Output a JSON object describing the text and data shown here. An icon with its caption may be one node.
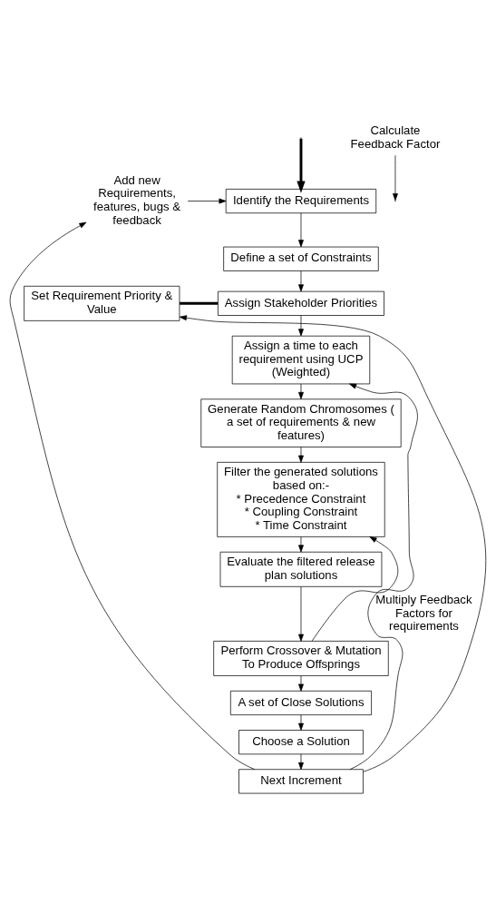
{
  "diagram": {
    "nodes": [
      {
        "text": [
          "Add new Requirements, features, bugs & feedback"
        ]
      },
      {
        "text": [
          "Identify the Requirements"
        ]
      },
      {
        "text": [
          "Define a set of Constraints"
        ]
      },
      {
        "text": [
          "Set Requirement Priority & Value"
        ]
      },
      {
        "text": [
          "Assign Stakeholder Priorities"
        ]
      },
      {
        "text": [
          "Assign a time to each requirement using UCP (Weighted)"
        ]
      },
      {
        "text": [
          "Generate Random Chromosomes ( a set of requirements & new features)"
        ]
      },
      {
        "text": [
          "Filter the generated solutions based on:-",
          "* Precedence Constraint",
          "* Coupling Constraint",
          "* Time Constraint"
        ]
      },
      {
        "text": [
          "Evaluate the filtered release plan solutions"
        ]
      },
      {
        "text": [
          "Perform Crossover & Mutation To Produce Offsprings"
        ]
      },
      {
        "text": [
          "A set of Close Solutions"
        ]
      },
      {
        "text": [
          "Choose a Solution"
        ]
      },
      {
        "text": [
          "Next Increment"
        ]
      },
      {
        "text": [
          "Calculate Feedback Factor"
        ]
      }
    ],
    "edges": [
      {
        "from": null,
        "to": 1,
        "arrow": "to",
        "style": "thick"
      },
      {
        "from": 0,
        "to": 1,
        "arrow": "to"
      },
      {
        "from": 1,
        "to": 2,
        "arrow": "to"
      },
      {
        "from": 3,
        "to": 4,
        "arrow": "none",
        "style": "thick"
      },
      {
        "from": 2,
        "to": 4,
        "arrow": "to"
      },
      {
        "from": 4,
        "to": 5,
        "arrow": "to"
      },
      {
        "from": 5,
        "to": 6,
        "arrow": "to"
      },
      {
        "from": 6,
        "to": 7,
        "arrow": "to"
      },
      {
        "from": 7,
        "to": 8,
        "arrow": "to"
      },
      {
        "from": 8,
        "to": 9,
        "arrow": "to"
      },
      {
        "from": 9,
        "to": 10,
        "arrow": "to"
      },
      {
        "from": 10,
        "to": 11,
        "arrow": "to"
      },
      {
        "from": 11,
        "to": 12,
        "arrow": "to"
      },
      {
        "from": 9,
        "to": 7,
        "arrow": "to"
      },
      {
        "from": 12,
        "to": 0,
        "arrow": "to"
      },
      {
        "from": 12,
        "to": 5,
        "arrow": "to",
        "label": "Multiply Feedback Factors for requirements"
      },
      {
        "from": 12,
        "to": 3,
        "arrow": "to"
      },
      {
        "from": 13,
        "to": null,
        "arrow": "to"
      }
    ]
  }
}
